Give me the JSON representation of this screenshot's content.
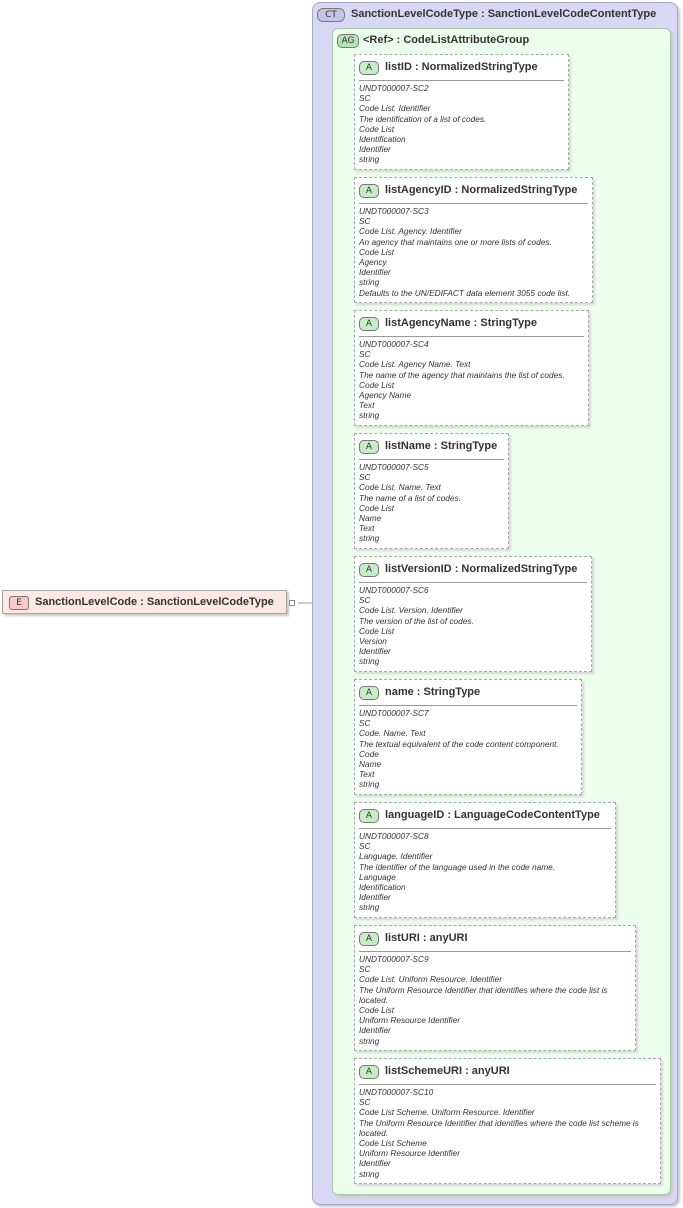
{
  "element": {
    "badge": "E",
    "title": "SanctionLevelCode : SanctionLevelCodeType"
  },
  "complex_type": {
    "badge": "CT",
    "title": "SanctionLevelCodeType : SanctionLevelCodeContentType"
  },
  "attribute_group": {
    "badge": "AG",
    "title": "<Ref>      : CodeListAttributeGroup"
  },
  "attributes": [
    {
      "badge": "A",
      "title": "listID       : NormalizedStringType",
      "doc": [
        "UNDT000007-SC2",
        "SC",
        "Code List. Identifier",
        "The identification of a list of codes.",
        "Code List",
        "Identification",
        "Identifier",
        "string"
      ]
    },
    {
      "badge": "A",
      "title": "listAgencyID : NormalizedStringType",
      "doc": [
        "UNDT000007-SC3",
        "SC",
        "Code List. Agency. Identifier",
        "An agency that maintains one or more lists of codes.",
        "Code List",
        "Agency",
        "Identifier",
        "string",
        "Defaults to the UN/EDIFACT data element 3055 code list."
      ]
    },
    {
      "badge": "A",
      "title": "listAgencyName : StringType",
      "doc": [
        "UNDT000007-SC4",
        "SC",
        "Code List. Agency Name. Text",
        "The name of the agency that maintains the list of codes.",
        "Code List",
        "Agency Name",
        "Text",
        "string"
      ]
    },
    {
      "badge": "A",
      "title": "listName : StringType",
      "doc": [
        "UNDT000007-SC5",
        "SC",
        "Code List. Name. Text",
        "The name of a list of codes.",
        "Code List",
        "Name",
        "Text",
        "string"
      ]
    },
    {
      "badge": "A",
      "title": "listVersionID : NormalizedStringType",
      "doc": [
        "UNDT000007-SC6",
        "SC",
        "Code List. Version. Identifier",
        "The version of the list of codes.",
        "Code List",
        "Version",
        "Identifier",
        "string"
      ]
    },
    {
      "badge": "A",
      "title": "name       : StringType",
      "doc": [
        "UNDT000007-SC7",
        "SC",
        "Code. Name. Text",
        "The textual equivalent of the code content component.",
        "Code",
        "Name",
        "Text",
        "string"
      ]
    },
    {
      "badge": "A",
      "title": "languageID : LanguageCodeContentType",
      "doc": [
        "UNDT000007-SC8",
        "SC",
        "Language. Identifier",
        "The identifier of the language used in the code name.",
        "Language",
        "Identification",
        "Identifier",
        "string"
      ]
    },
    {
      "badge": "A",
      "title": "listURI    : anyURI",
      "doc": [
        "UNDT000007-SC9",
        "SC",
        "Code List. Uniform Resource. Identifier",
        "The Uniform Resource Identifier that identifies where the code list is located.",
        "Code List",
        "Uniform Resource Identifier",
        "Identifier",
        "string"
      ]
    },
    {
      "badge": "A",
      "title": "listSchemeURI : anyURI",
      "doc": [
        "UNDT000007-SC10",
        "SC",
        "Code List Scheme. Uniform Resource. Identifier",
        "The Uniform Resource Identifier that identifies where the code list scheme is located.",
        "Code List Scheme",
        "Uniform Resource Identifier",
        "Identifier",
        "string"
      ]
    }
  ]
}
